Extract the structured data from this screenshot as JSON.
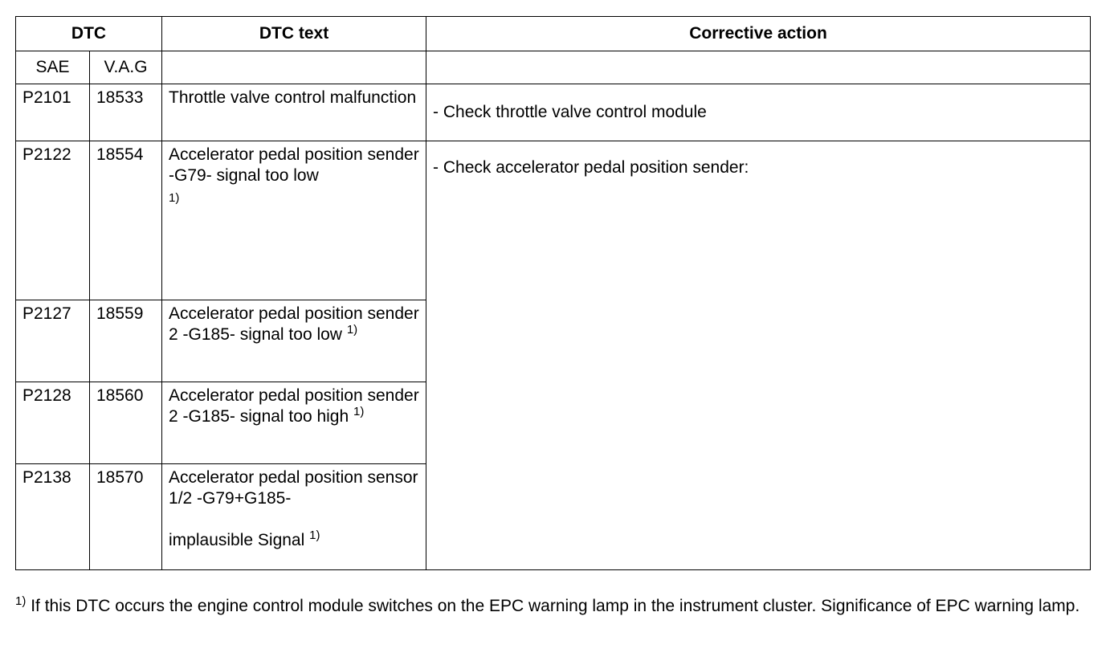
{
  "header": {
    "dtc": "DTC",
    "dtc_text": "DTC text",
    "corrective_action": "Corrective action",
    "sae": "SAE",
    "vag": "V.A.G"
  },
  "rows": [
    {
      "sae": "P2101",
      "vag": "18533",
      "text": "Throttle valve control malfunction",
      "note": ""
    },
    {
      "sae": "P2122",
      "vag": "18554",
      "text": "Accelerator pedal position sender -G79- signal too low",
      "note": "1)"
    },
    {
      "sae": "P2127",
      "vag": "18559",
      "text": "Accelerator pedal position sender 2 -G185- signal too low",
      "note": "1)"
    },
    {
      "sae": "P2128",
      "vag": "18560",
      "text": "Accelerator pedal position sender 2 -G185- signal too high",
      "note": "1)"
    },
    {
      "sae": "P2138",
      "vag": "18570",
      "text_a": "Accelerator pedal position sensor 1/2 -G79+G185-",
      "text_b": "implausible Signal",
      "note": "1)"
    }
  ],
  "actions": {
    "throttle": "- Check throttle valve control module",
    "pedal": "- Check accelerator pedal position sender:"
  },
  "footnote": {
    "marker": "1)",
    "text": "If this DTC occurs the engine control module switches on the EPC warning lamp in the instrument cluster. Significance of EPC warning lamp",
    "tail": "."
  }
}
